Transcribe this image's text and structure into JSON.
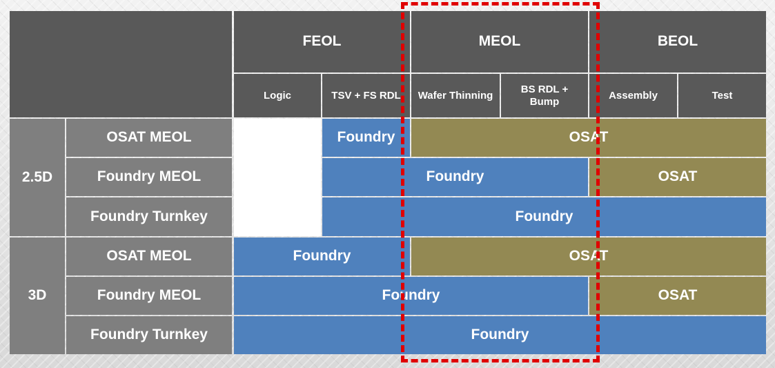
{
  "header": {
    "stages": [
      "FEOL",
      "MEOL",
      "BEOL"
    ],
    "substeps": [
      "Logic",
      "TSV + FS RDL",
      "Wafer Thinning",
      "BS RDL + Bump",
      "Assembly",
      "Test"
    ]
  },
  "groups": [
    "2.5D",
    "3D"
  ],
  "rows": [
    {
      "label": "OSAT MEOL",
      "segments": [
        "Foundry",
        "OSAT"
      ]
    },
    {
      "label": "Foundry MEOL",
      "segments": [
        "Foundry",
        "OSAT"
      ]
    },
    {
      "label": "Foundry Turnkey",
      "segments": [
        "Foundry"
      ]
    },
    {
      "label": "OSAT MEOL",
      "segments": [
        "Foundry",
        "OSAT"
      ]
    },
    {
      "label": "Foundry MEOL",
      "segments": [
        "Foundry",
        "OSAT"
      ]
    },
    {
      "label": "Foundry Turnkey",
      "segments": [
        "Foundry"
      ]
    }
  ],
  "colors": {
    "header": "#595959",
    "label": "#7f7f7f",
    "foundry": "#4f81bd",
    "osat": "#938953",
    "highlight": "#e00000"
  }
}
